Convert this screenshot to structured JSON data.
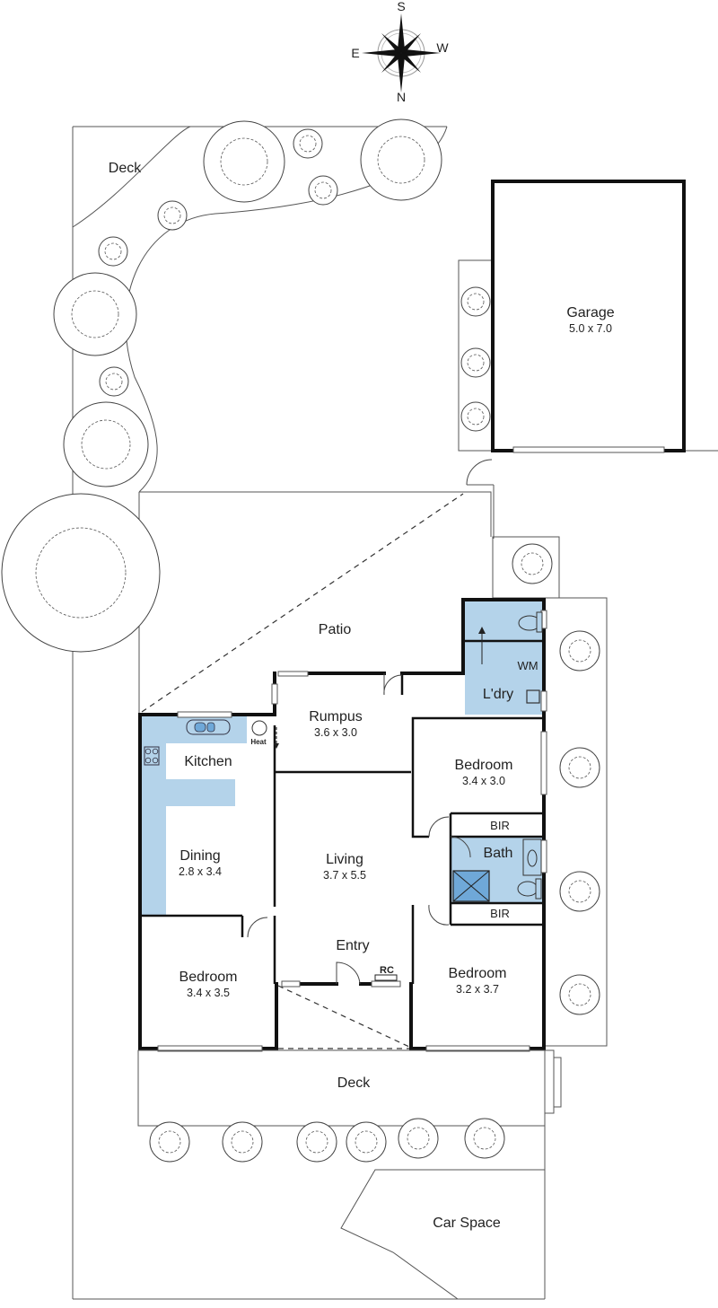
{
  "compass": {
    "north": "N",
    "south": "S",
    "east": "E",
    "west": "W"
  },
  "rooms": {
    "deck_top": {
      "name": "Deck"
    },
    "garage": {
      "name": "Garage",
      "dims": "5.0 x 7.0"
    },
    "patio": {
      "name": "Patio"
    },
    "rumpus": {
      "name": "Rumpus",
      "dims": "3.6 x 3.0"
    },
    "kitchen": {
      "name": "Kitchen"
    },
    "heat": {
      "name": "Heat"
    },
    "laundry": {
      "name": "L'dry"
    },
    "wm": {
      "name": "WM"
    },
    "bedroom_ne": {
      "name": "Bedroom",
      "dims": "3.4 x 3.0"
    },
    "bir_top": {
      "name": "BIR"
    },
    "bath": {
      "name": "Bath"
    },
    "bir_bottom": {
      "name": "BIR"
    },
    "dining": {
      "name": "Dining",
      "dims": "2.8 x 3.4"
    },
    "living": {
      "name": "Living",
      "dims": "3.7 x 5.5"
    },
    "entry": {
      "name": "Entry"
    },
    "rc": {
      "name": "RC"
    },
    "bedroom_sw": {
      "name": "Bedroom",
      "dims": "3.4 x 3.5"
    },
    "bedroom_se": {
      "name": "Bedroom",
      "dims": "3.2 x 3.7"
    },
    "deck_front": {
      "name": "Deck"
    },
    "car_space": {
      "name": "Car Space"
    }
  },
  "colors": {
    "wet_area": "#b4d3ea",
    "shower": "#6fa8d8",
    "wall": "#111111"
  }
}
